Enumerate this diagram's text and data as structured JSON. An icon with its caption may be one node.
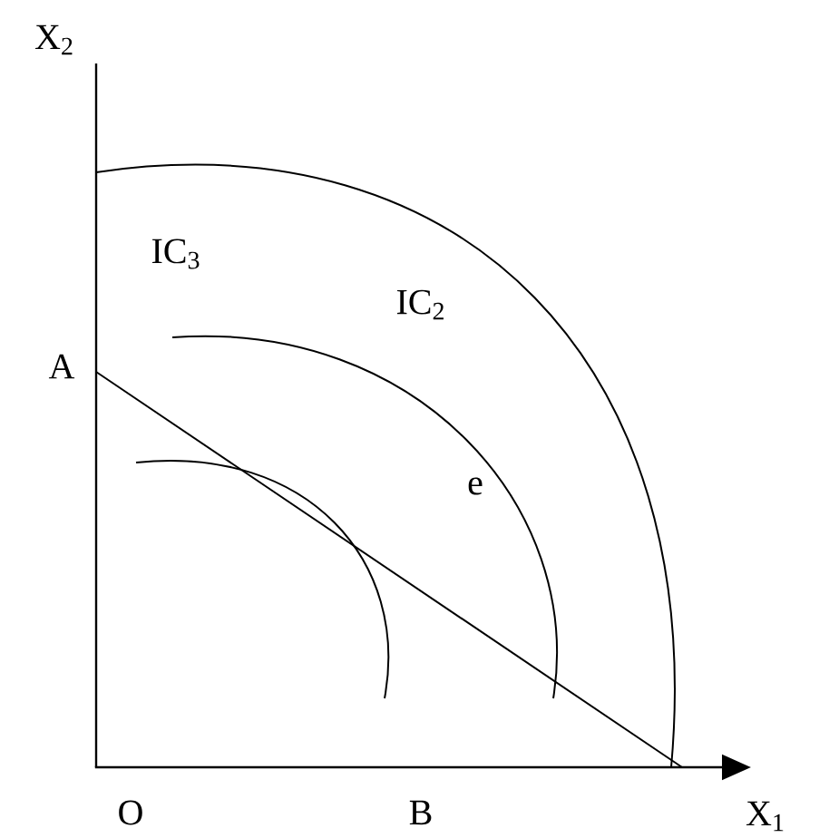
{
  "diagram": {
    "labels": [
      "X$_{2}$",
      "IC$_{3}$",
      "A",
      "IC$_{2}$",
      "e",
      "O",
      "B",
      "X$_{1}$"
    ]
  }
}
